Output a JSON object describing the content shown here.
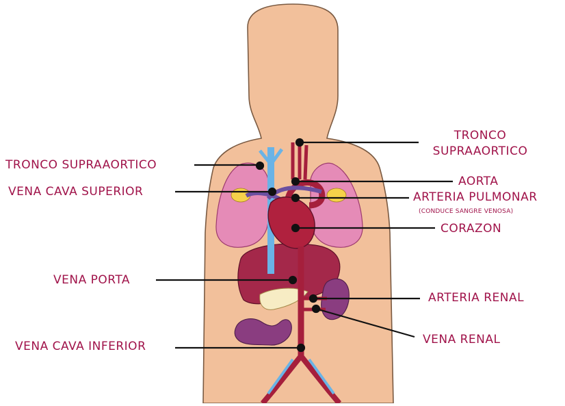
{
  "labels": {
    "tronco_right_line1": "TRONCO",
    "tronco_right_line2": "SUPRAAORTICO",
    "tronco_left": "TRONCO SUPRAAORTICO",
    "vena_cava_superior": "VENA CAVA SUPERIOR",
    "aorta": "AORTA",
    "arteria_pulmonar": "ARTERIA PULMONAR",
    "arteria_pulmonar_note": "(CONDUCE SANGRE VENOSA)",
    "corazon": "CORAZON",
    "vena_porta": "VENA PORTA",
    "arteria_renal": "ARTERIA RENAL",
    "vena_renal": "VENA RENAL",
    "vena_cava_inferior": "VENA CAVA INFERIOR"
  },
  "colors": {
    "label_text": "#a0134a",
    "skin": "#f2c09b",
    "vein_blue": "#6ab3e6",
    "artery_red": "#a51f3c",
    "lung_pink": "#e58bb7",
    "organ_purple": "#8a3d80"
  }
}
